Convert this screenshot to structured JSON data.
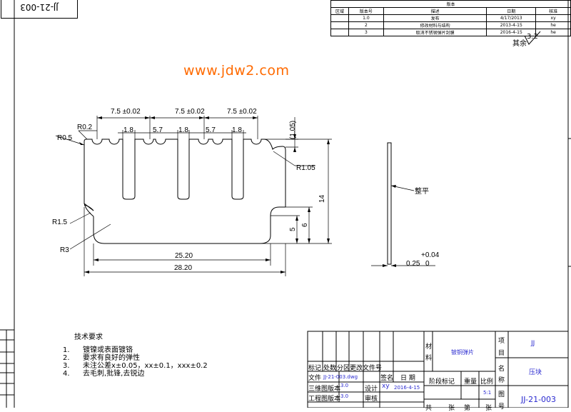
{
  "watermark": "www.jdw2.com",
  "drawing_code_rotated": "JJ-21-003",
  "revision_table": {
    "title": "版本",
    "headers": [
      "区域",
      "版本号",
      "描述",
      "日期",
      "核准"
    ],
    "rows": [
      {
        "zone": "",
        "ver": "1.0",
        "desc": "发布",
        "date": "4/17/2013",
        "by": "xy"
      },
      {
        "zone": "",
        "ver": "2",
        "desc": "修改材料与结构",
        "date": "2013-4-15",
        "by": "he"
      },
      {
        "zone": "",
        "ver": "3",
        "desc": "取消不锈钢弹片封膜",
        "date": "2016-4-15",
        "by": "he"
      }
    ]
  },
  "surface_finish": {
    "label": "其余",
    "value": "3.2"
  },
  "dimensions": {
    "pitch1": "7.5 ±0.02",
    "pitch2": "7.5 ±0.02",
    "pitch3": "7.5 ±0.02",
    "r02": "R0.2",
    "r05": "R0.5",
    "slot1": "1.8",
    "gap1": "5.7",
    "slot2": "1.8",
    "gap2": "5.7",
    "slot3": "1.8",
    "depth": "(1.05)",
    "r105": "R1.05",
    "h14": "14",
    "h6": "6",
    "h5": "5",
    "r15": "R1.5",
    "r3": "R3",
    "w252": "25.20",
    "w282": "28.20",
    "flat": "整平",
    "thk": "0.25",
    "tol_up": "+0.04",
    "tol_lo": "0"
  },
  "notes": {
    "title": "技术要求",
    "items": [
      {
        "n": "1.",
        "text": "镀镍或表面镀铬"
      },
      {
        "n": "2.",
        "text": "要求有良好的弹性"
      },
      {
        "n": "3.",
        "text": "未注公差x±0.05，xx±0.1，xxx±0.2"
      },
      {
        "n": "4.",
        "text": "去毛刺,批锋,去锐边"
      }
    ]
  },
  "title_block": {
    "biaoji": "标记",
    "chushu": "处数",
    "fenqu": "分区",
    "gengai": "更改文件号",
    "qianming": "签名",
    "riqi": "日 期",
    "wenjian_label": "文件",
    "wenjian_value": "JJ-21-003.dwg",
    "sanwei_label": "三维图版本",
    "sanwei_value": "3.0",
    "sheji_label": "设计",
    "sheji_value": "xy",
    "sheji_date": "2016-4-15",
    "gongcheng_label": "工程图版本",
    "gongcheng_value": "3.0",
    "shenhe_label": "审核",
    "cailiao_label1": "材",
    "cailiao_label2": "料",
    "cailiao_value": "铍铜弹片",
    "jieduan": "阶段标记",
    "zhongliang": "重量",
    "bili": "比例",
    "bili_value": "5:1",
    "xiangmu1": "项",
    "xiangmu2": "目",
    "xiangmu_value": "JJ",
    "mingcheng1": "名",
    "mingcheng2": "称",
    "mingcheng_value": "压块",
    "tuhao1": "图",
    "tuhao2": "号",
    "tuhao_value": "JJ-21-003",
    "bottom1": "共",
    "bottom2": "张",
    "bottom3": "第",
    "bottom4": "张"
  }
}
